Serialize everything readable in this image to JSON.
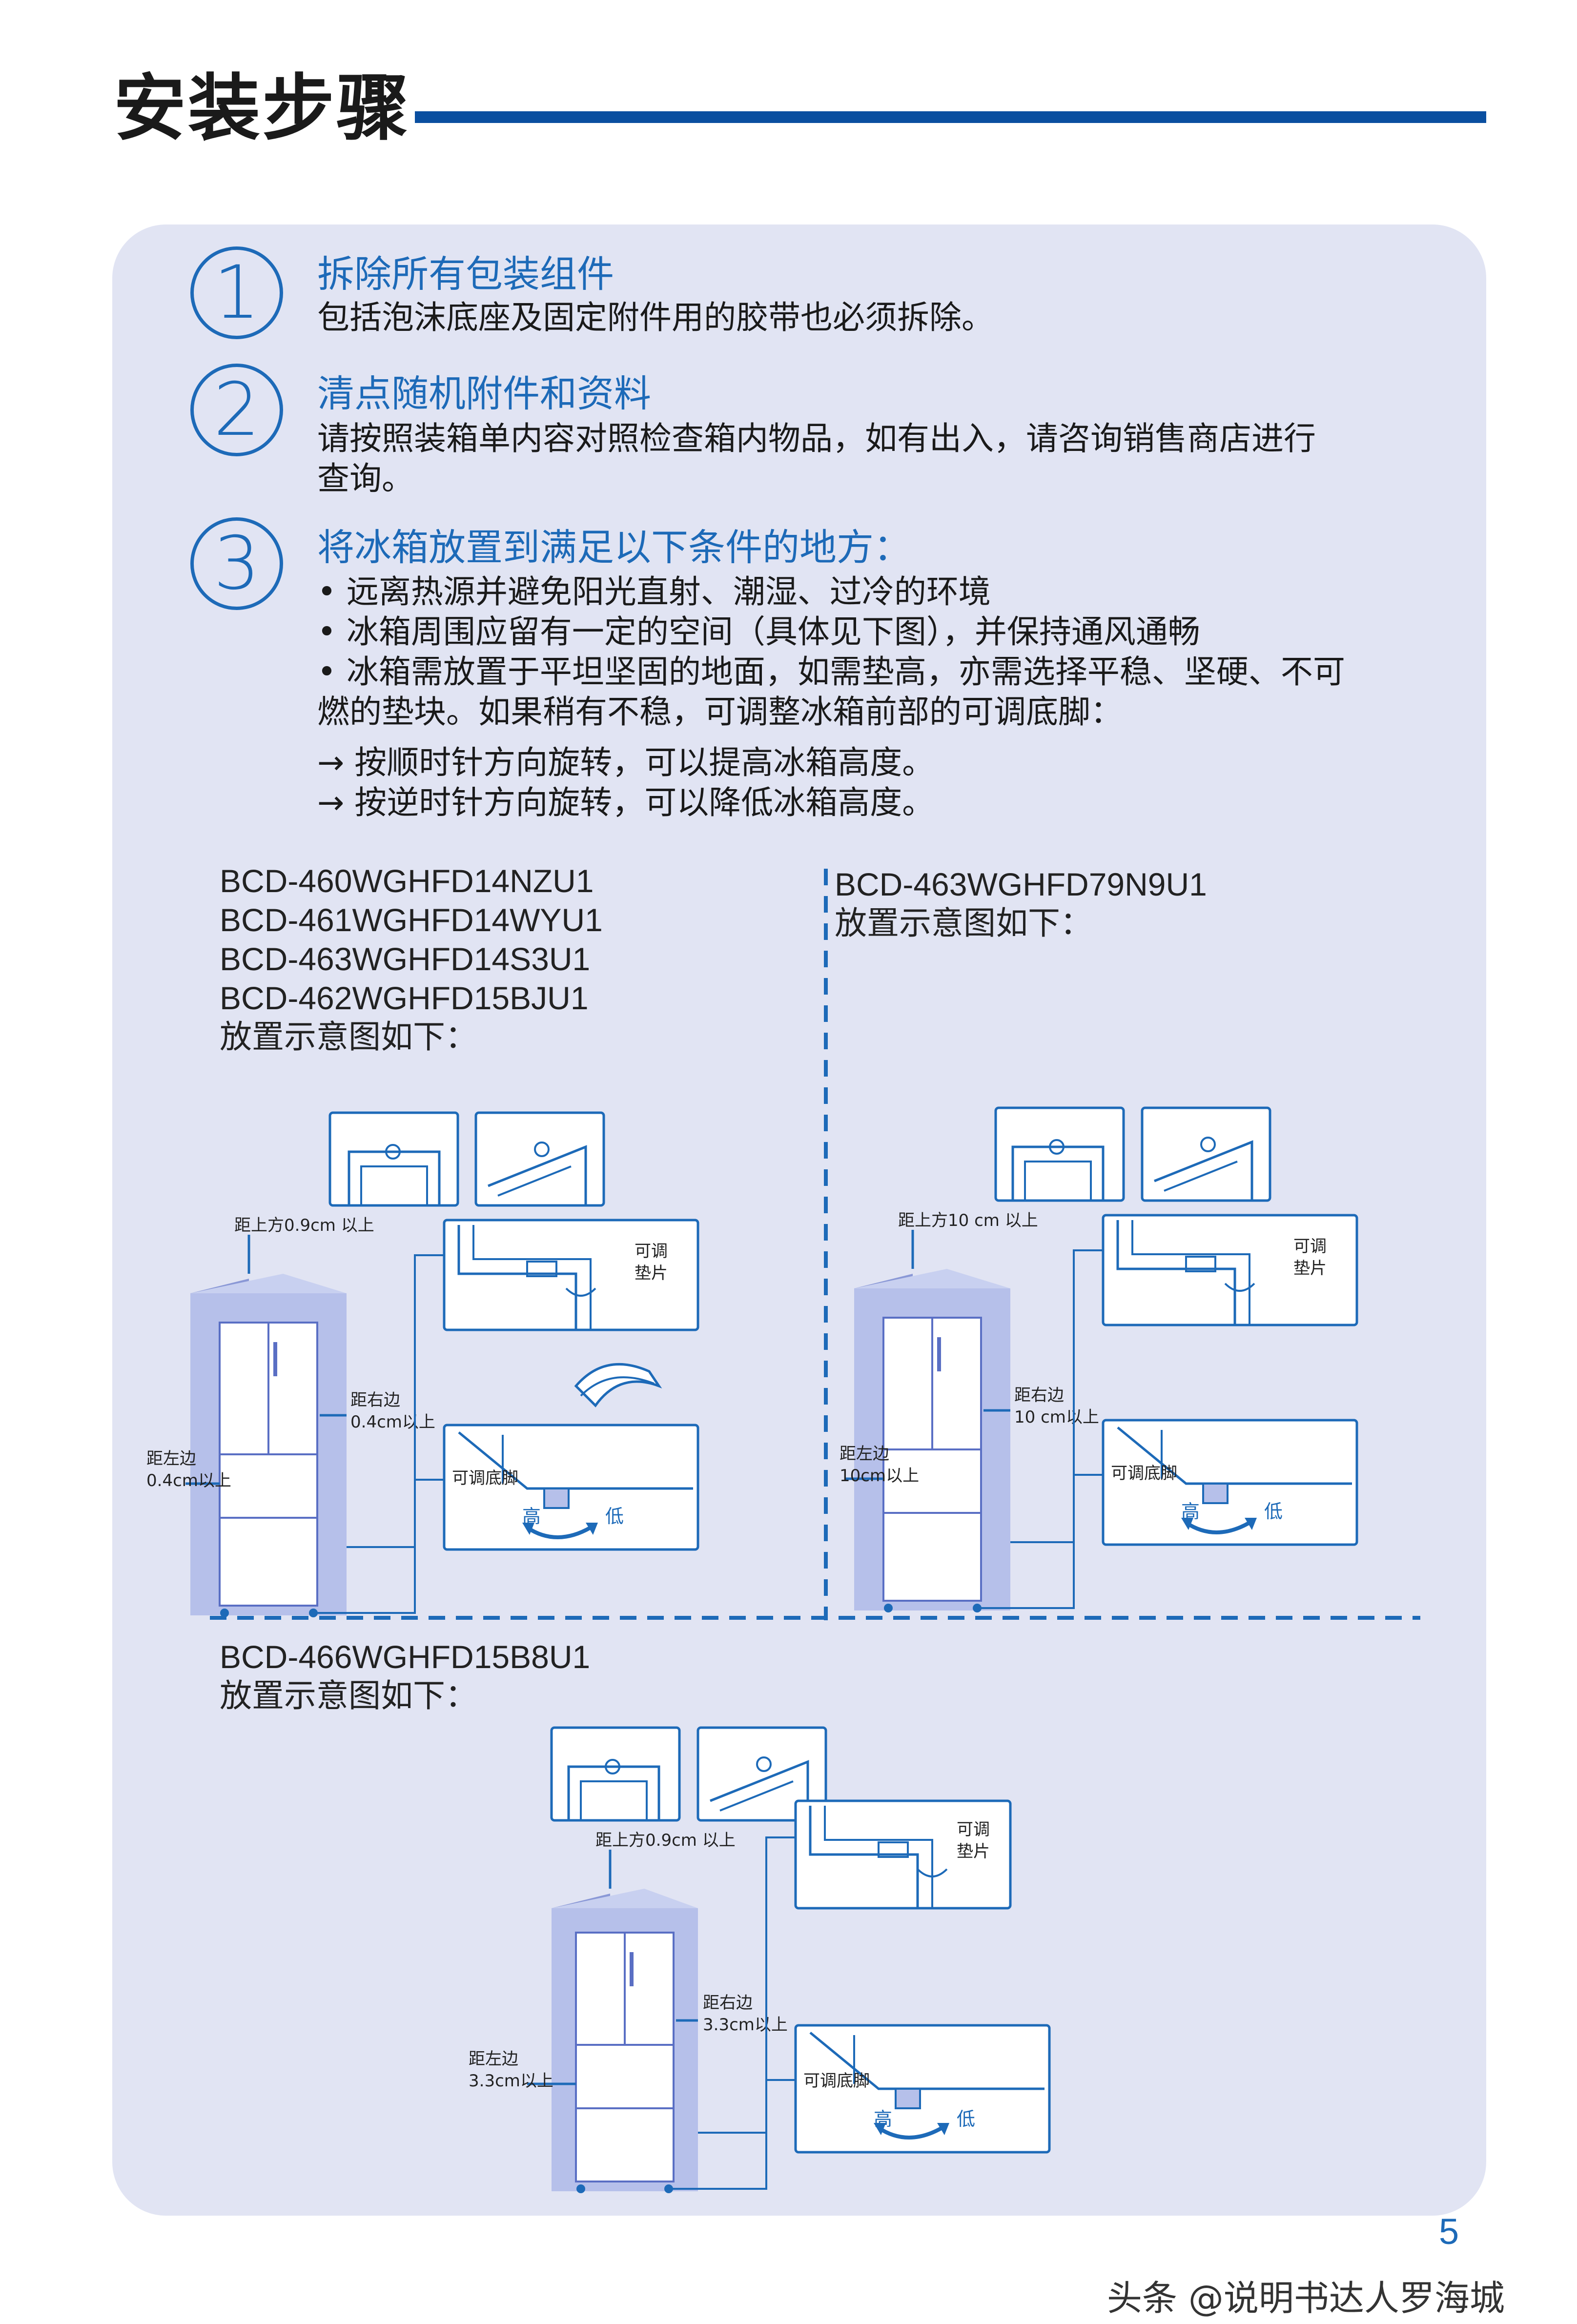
{
  "title": "安装步骤",
  "steps": [
    {
      "num": "1",
      "heading": "拆除所有包装组件",
      "body": [
        "包括泡沫底座及固定附件用的胶带也必须拆除。"
      ]
    },
    {
      "num": "2",
      "heading": "清点随机附件和资料",
      "body": [
        "请按照装箱单内容对照检查箱内物品，如有出入，请咨询销售商店进行",
        "查询。"
      ]
    },
    {
      "num": "3",
      "heading": "将冰箱放置到满足以下条件的地方：",
      "body": [
        "• 远离热源并避免阳光直射、潮湿、过冷的环境",
        "• 冰箱周围应留有一定的空间（具体见下图），并保持通风通畅",
        "• 冰箱需放置于平坦坚固的地面，如需垫高，亦需选择平稳、坚硬、不可",
        "   燃的垫块。如果稍有不稳，可调整冰箱前部的可调底脚：",
        "→ 按顺时针方向旋转，可以提高冰箱高度。",
        "→ 按逆时针方向旋转，可以降低冰箱高度。"
      ]
    }
  ],
  "groupA": {
    "models": [
      "BCD-460WGHFD14NZU1",
      "BCD-461WGHFD14WYU1",
      "BCD-463WGHFD14S3U1",
      "BCD-462WGHFD15BJU1"
    ],
    "caption": "放置示意图如下：",
    "top": "距上方0.9cm 以上",
    "right": [
      "距右边",
      "0.4cm以上"
    ],
    "left": [
      "距左边",
      "0.4cm以上"
    ],
    "shim": [
      "可调",
      "垫片"
    ],
    "foot": "可调底脚",
    "high": "高",
    "low": "低"
  },
  "groupB": {
    "models": [
      "BCD-463WGHFD79N9U1"
    ],
    "caption": "放置示意图如下：",
    "top": "距上方10 cm 以上",
    "right": [
      "距右边",
      "10 cm以上"
    ],
    "left": [
      "距左边",
      "10cm以上"
    ],
    "shim": [
      "可调",
      "垫片"
    ],
    "foot": "可调底脚",
    "high": "高",
    "low": "低"
  },
  "groupC": {
    "models": [
      "BCD-466WGHFD15B8U1"
    ],
    "caption": "放置示意图如下：",
    "top": "距上方0.9cm 以上",
    "right": [
      "距右边",
      "3.3cm以上"
    ],
    "left": [
      "距左边",
      "3.3cm以上"
    ],
    "shim": [
      "可调",
      "垫片"
    ],
    "foot": "可调底脚",
    "high": "高",
    "low": "低"
  },
  "page_number": "5",
  "watermark": "头条 @说明书达人罗海城",
  "colors": {
    "accent": "#1d6ab8",
    "bar": "#0a4fa0",
    "panel": "#e1e4f3",
    "fridge": "#5a6fc4"
  }
}
